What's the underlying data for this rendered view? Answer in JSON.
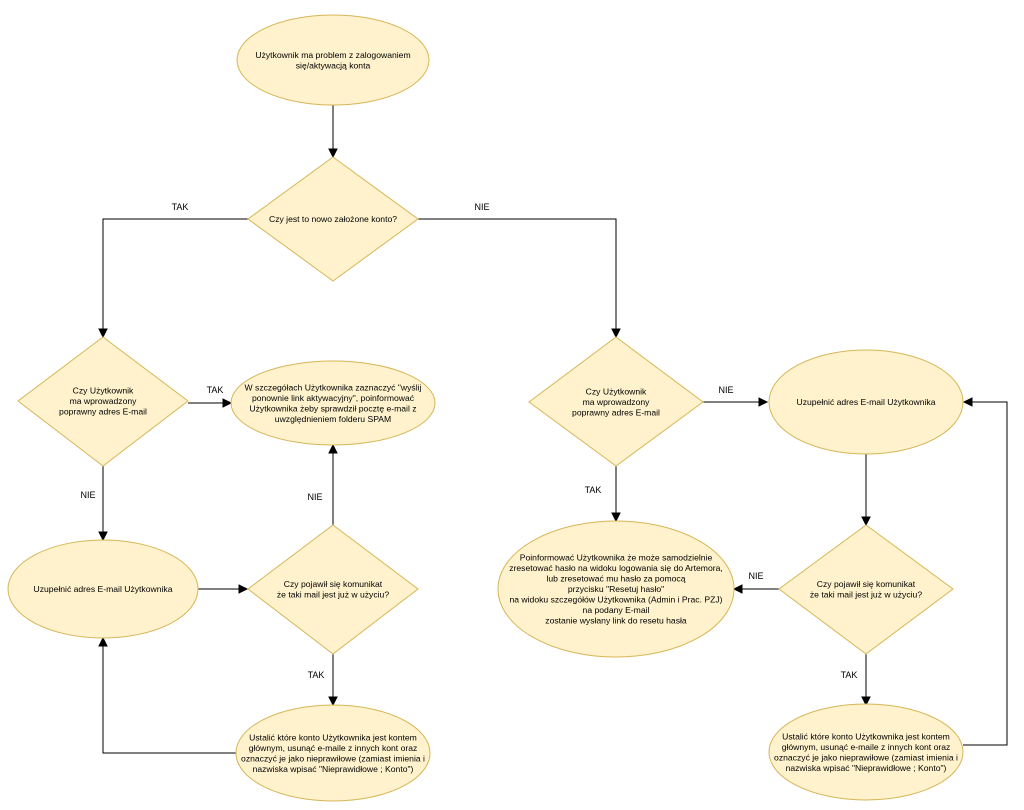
{
  "nodes": {
    "start": {
      "lines": [
        "Użytkownik ma problem z zalogowaniem",
        "się/aktywacją konta"
      ]
    },
    "new_account_q": {
      "lines": [
        "Czy jest to nowo założone konto?"
      ]
    },
    "email_correct_q_left": {
      "lines": [
        "Czy Użytkownik",
        "ma wprowadzony",
        "poprawny adres E-mail"
      ]
    },
    "resend_activation": {
      "lines": [
        "W szczegółach Użytkownika zaznaczyć \"wyślij",
        "ponownie link aktywacyjny\", poinformować",
        "Użytkownika żeby sprawdził pocztę e-mail z",
        "uwzględnieniem folderu SPAM"
      ]
    },
    "fill_email_left": {
      "lines": [
        "Uzupełnić adres E-mail Użytkownika"
      ]
    },
    "email_in_use_q_left": {
      "lines": [
        "Czy pojawił się komunikat",
        "że taki mail jest już w użyciu?"
      ]
    },
    "main_account_left": {
      "lines": [
        "Ustalić które konto Użytkownika jest kontem",
        "głównym, usunąć e-maile z innych kont oraz",
        "oznaczyć je jako nieprawiłowe (zamiast imienia i",
        "nazwiska wpisać \"Nieprawidłowe ; Konto\")"
      ]
    },
    "email_correct_q_right": {
      "lines": [
        "Czy Użytkownik",
        "ma wprowadzony",
        "poprawny adres E-mail"
      ]
    },
    "fill_email_right": {
      "lines": [
        "Uzupełnić adres E-mail Użytkownika"
      ]
    },
    "reset_info": {
      "lines": [
        "Poinformować Użytkownika że może samodzielnie",
        "zresetować hasło na widoku logowania się do Artemora,",
        "lub zresetować mu hasło za pomocą",
        "przycisku \"Resetuj hasło\"",
        "na widoku szczegółów Użytkownika (Admin i Prac. PZJ)",
        "na podany E-mail",
        "zostanie wysłany link do resetu hasła"
      ]
    },
    "email_in_use_q_right": {
      "lines": [
        "Czy pojawił się komunikat",
        "że taki mail jest już w użyciu?"
      ]
    },
    "main_account_right": {
      "lines": [
        "Ustalić które konto Użytkownika jest kontem",
        "głównym, usunąć e-maile z innych kont oraz",
        "oznaczyć je jako nieprawiłowe (zamiast imienia i",
        "nazwiska wpisać \"Nieprawidłowe ; Konto\")"
      ]
    }
  },
  "edge_labels": {
    "new_yes": "TAK",
    "new_no": "NIE",
    "left_correct_yes": "TAK",
    "left_correct_no": "NIE",
    "left_in_use_no": "NIE",
    "left_in_use_yes": "TAK",
    "right_correct_no": "NIE",
    "right_correct_yes": "TAK",
    "right_in_use_no": "NIE",
    "right_in_use_yes": "TAK"
  },
  "colors": {
    "node_fill": "#fff2cc",
    "node_stroke": "#d6b656",
    "edge": "#000000"
  }
}
